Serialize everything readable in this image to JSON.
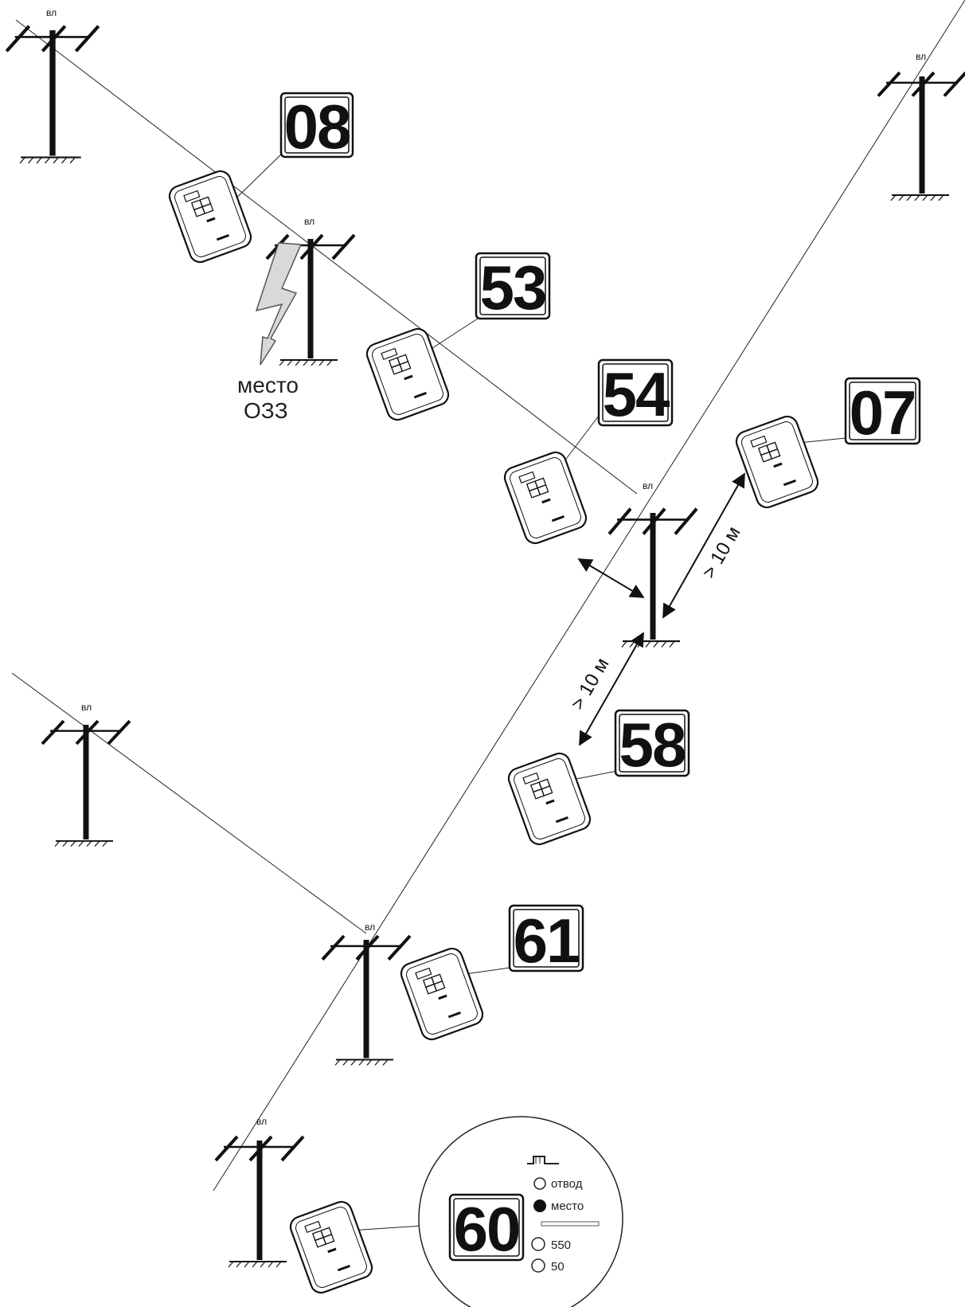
{
  "pole_label": "вл",
  "fault": {
    "line1": "место",
    "line2": "ОЗЗ"
  },
  "distance_label": "> 10 м",
  "device_numbers": {
    "d08": "08",
    "d53": "53",
    "d54": "54",
    "d07": "07",
    "d58": "58",
    "d61": "61",
    "d60": "60"
  },
  "zoom_panel": {
    "options": [
      {
        "label": "отвод",
        "selected": false
      },
      {
        "label": "место",
        "selected": true
      },
      {
        "label": "550",
        "selected": false
      },
      {
        "label": "50",
        "selected": false
      }
    ]
  }
}
